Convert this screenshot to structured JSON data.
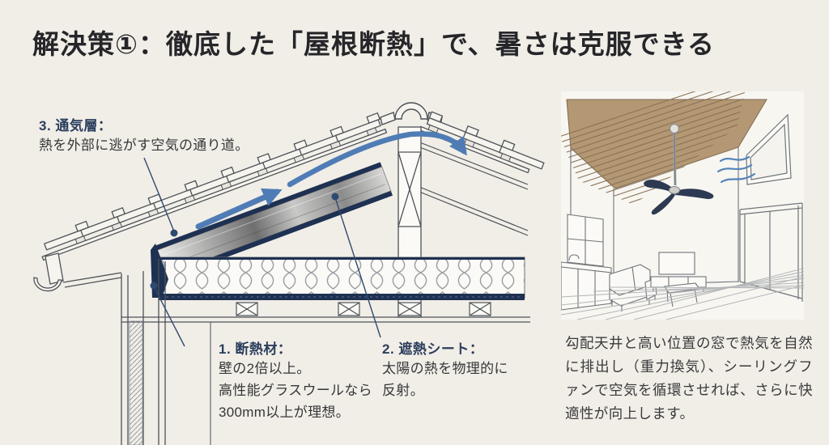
{
  "title": "解決策①：徹底した「屋根断熱」で、暑さは克服できる",
  "colors": {
    "background": "#f1eee7",
    "accent_navy": "#2b3e5d",
    "band_navy": "#1e3152",
    "arrow_blue": "#4f7cb5",
    "wood_ceiling": "#b49873",
    "line_gray": "#4d5258"
  },
  "diagram": {
    "callouts": [
      {
        "id": "3",
        "heading": "3. 通気層：",
        "body": "熱を外部に逃がす空気の通り道。"
      },
      {
        "id": "1",
        "heading": "1. 断熱材：",
        "body_lines": [
          "壁の2倍以上。",
          "高性能グラスウールなら",
          "300mm以上が理想。"
        ]
      },
      {
        "id": "2",
        "heading": "2. 遮熱シート：",
        "body_lines": [
          "太陽の熱を物理的に",
          "反射。"
        ]
      }
    ]
  },
  "right_panel": {
    "caption": "勾配天井と高い位置の窓で熱気を自然に排出し（重力換気）、シーリングファンで空気を循環させれば、さらに快適性が向上します。"
  }
}
